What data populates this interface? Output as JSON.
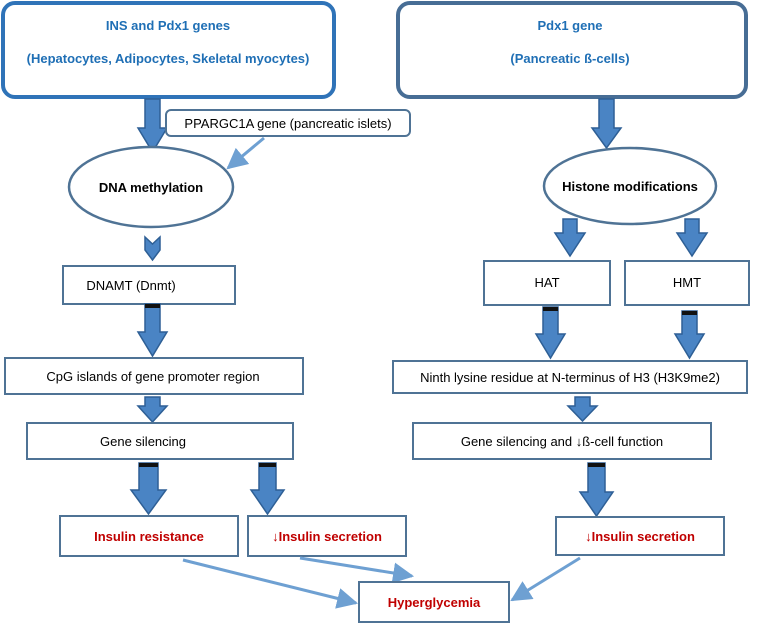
{
  "left_header": {
    "title": "INS and Pdx1 genes",
    "subtitle": "(Hepatocytes, Adipocytes, Skeletal myocytes)"
  },
  "right_header": {
    "title": "Pdx1 gene",
    "subtitle": "(Pancreatic ß-cells)"
  },
  "left_path": {
    "side_input": "PPARGC1A gene (pancreatic islets)",
    "mechanism": "DNA methylation",
    "enzyme": "DNAMT (Dnmt)",
    "target": "CpG islands of gene promoter region",
    "effect": "Gene silencing",
    "outcome_1": "Insulin resistance",
    "outcome_2": "↓Insulin secretion"
  },
  "right_path": {
    "mechanism": "Histone modifications",
    "enzyme_1": "HAT",
    "enzyme_2": "HMT",
    "target": "Ninth lysine residue at N-terminus of H3 (H3K9me2)",
    "effect": "Gene silencing and ↓ß-cell function",
    "outcome": "↓Insulin secretion"
  },
  "final": {
    "label": "Hyperglycemia"
  },
  "colors": {
    "header_border": "#2f73b8",
    "header_border_right": "#476d95",
    "header_text": "#1f6fb5",
    "box_border": "#4f7395",
    "arrow_fill": "#4a84c4",
    "arrow_stroke": "#2e5f95",
    "outcome_text": "#c00000",
    "connector": "#6ea0d2",
    "text": "#000000"
  }
}
